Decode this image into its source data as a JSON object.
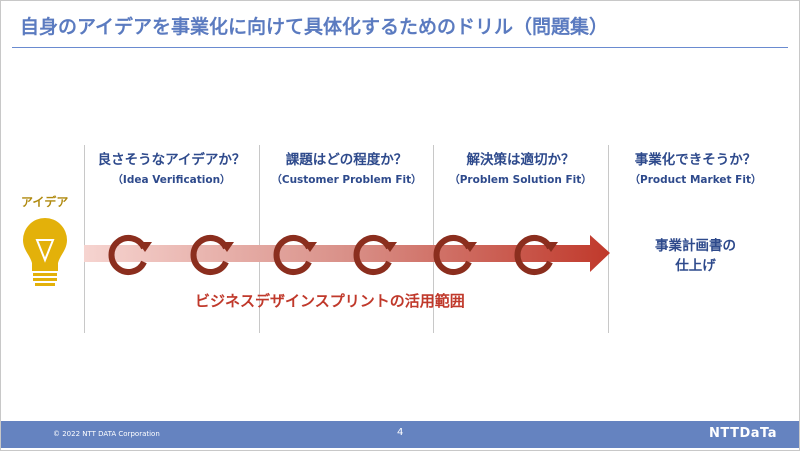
{
  "title": "自身のアイデアを事業化に向けて具体化するためのドリル（問題集）",
  "idea_label": "アイデア",
  "columns": [
    {
      "heading": "良さそうなアイデアか？",
      "sub": "（Idea Verification）"
    },
    {
      "heading": "課題はどの程度か？",
      "sub": "（Customer Problem Fit）"
    },
    {
      "heading": "解決策は適切か？",
      "sub": "（Problem Solution Fit）"
    },
    {
      "heading": "事業化できそうか？",
      "sub": "（Product Market Fit）"
    }
  ],
  "range_label": "ビジネスデザインスプリントの活用範囲",
  "goal": {
    "line1": "事業計画書の",
    "line2": "仕上げ"
  },
  "footer": {
    "copyright": "© 2022 NTT DATA Corporation",
    "page": "4",
    "logo": "NTTDaTa"
  },
  "colors": {
    "title": "#5b7bc0",
    "heading": "#2e4a8c",
    "arrow": "#c0392b",
    "cycle": "#8b2e1e",
    "bulb": "#e3b10a",
    "footer": "#6583c0"
  }
}
